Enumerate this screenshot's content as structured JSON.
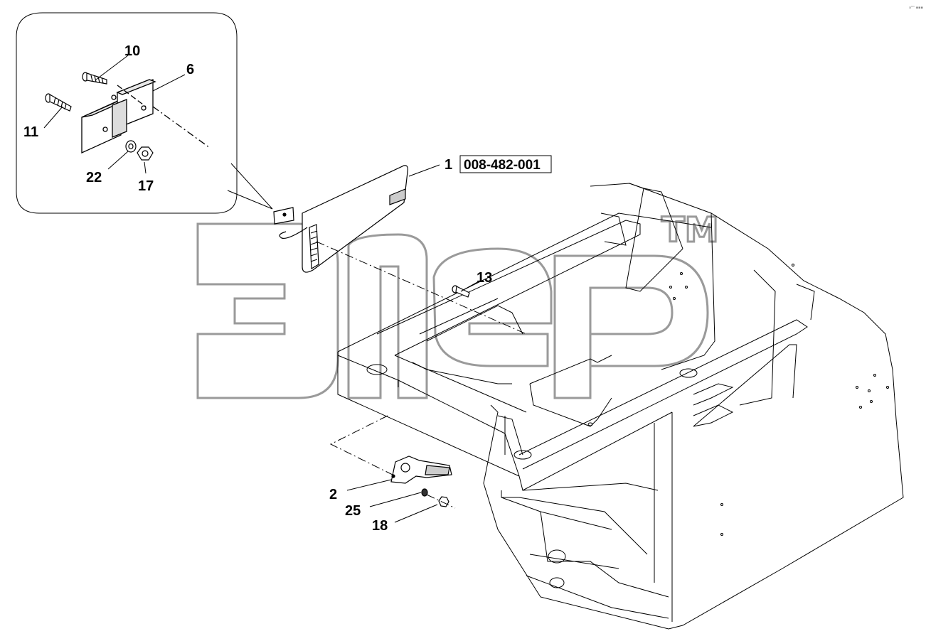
{
  "corner_tag": "a⁰ᵐ ▪▪▪",
  "watermark": {
    "trademark": "TM"
  },
  "callouts": {
    "c1": "1",
    "c1_ref": "008-482-001",
    "c2": "2",
    "c6": "6",
    "c10": "10",
    "c11": "11",
    "c13": "13",
    "c17": "17",
    "c18": "18",
    "c22": "22",
    "c25": "25"
  },
  "colors": {
    "line": "#000000",
    "watermark_stroke": "#9a9a9a",
    "background": "#ffffff"
  }
}
